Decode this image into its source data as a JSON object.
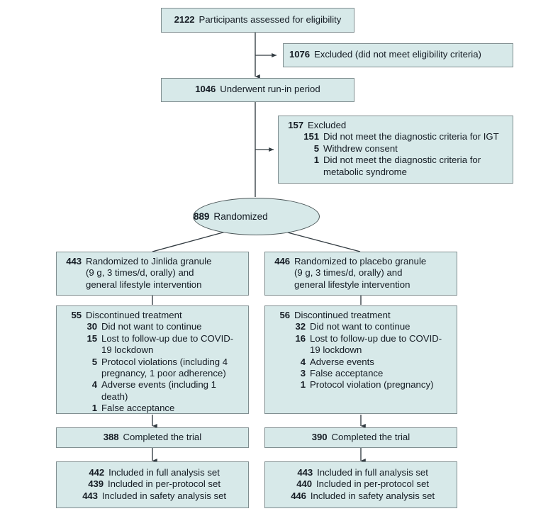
{
  "diagram": {
    "title": "CONSORT participant flow diagram",
    "colors": {
      "box_fill": "#d7e9e9",
      "box_border": "#808e90",
      "line": "#333c42",
      "text": "#151c24"
    },
    "nodes": {
      "assessed": {
        "num": "2122",
        "text": "Participants assessed for eligibility"
      },
      "excluded_eligibility": {
        "num": "1076",
        "text": "Excluded (did not meet eligibility criteria)"
      },
      "runin": {
        "num": "1046",
        "text": "Underwent run-in period"
      },
      "excluded_runin": {
        "num": "157",
        "text": "Excluded",
        "items": [
          {
            "num": "151",
            "text": "Did not meet the diagnostic criteria for IGT"
          },
          {
            "num": "5",
            "text": "Withdrew consent"
          },
          {
            "num": "1",
            "text": "Did not meet the diagnostic criteria for metabolic syndrome"
          }
        ]
      },
      "randomized": {
        "num": "889",
        "text": "Randomized"
      },
      "arm_left_alloc": {
        "num": "443",
        "lines": [
          "Randomized to Jinlida granule",
          "(9 g, 3 times/d, orally) and",
          "general lifestyle intervention"
        ]
      },
      "arm_right_alloc": {
        "num": "446",
        "lines": [
          "Randomized to placebo granule",
          "(9 g, 3 times/d, orally) and",
          "general lifestyle intervention"
        ]
      },
      "arm_left_discont": {
        "num": "55",
        "text": "Discontinued treatment",
        "items": [
          {
            "num": "30",
            "text": "Did not want to continue"
          },
          {
            "num": "15",
            "text": "Lost to follow-up due to COVID-19 lockdown"
          },
          {
            "num": "5",
            "text": "Protocol violations (including 4 pregnancy, 1 poor adherence)"
          },
          {
            "num": "4",
            "text": "Adverse events (including 1 death)"
          },
          {
            "num": "1",
            "text": "False acceptance"
          }
        ]
      },
      "arm_right_discont": {
        "num": "56",
        "text": "Discontinued treatment",
        "items": [
          {
            "num": "32",
            "text": "Did not want to continue"
          },
          {
            "num": "16",
            "text": "Lost to follow-up due to COVID-19 lockdown"
          },
          {
            "num": "4",
            "text": "Adverse events"
          },
          {
            "num": "3",
            "text": "False acceptance"
          },
          {
            "num": "1",
            "text": "Protocol violation (pregnancy)"
          }
        ]
      },
      "arm_left_completed": {
        "num": "388",
        "text": "Completed the trial"
      },
      "arm_right_completed": {
        "num": "390",
        "text": "Completed the trial"
      },
      "arm_left_analysis": {
        "items": [
          {
            "num": "442",
            "text": "Included in full analysis set"
          },
          {
            "num": "439",
            "text": "Included in per-protocol set"
          },
          {
            "num": "443",
            "text": "Included in safety analysis set"
          }
        ]
      },
      "arm_right_analysis": {
        "items": [
          {
            "num": "443",
            "text": "Included in full analysis set"
          },
          {
            "num": "440",
            "text": "Included in per-protocol set"
          },
          {
            "num": "446",
            "text": "Included in safety analysis set"
          }
        ]
      }
    }
  }
}
